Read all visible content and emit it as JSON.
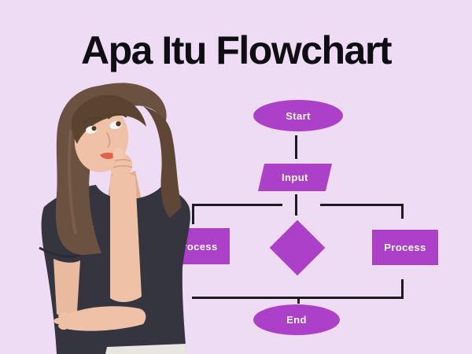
{
  "title": "Apa Itu Flowchart",
  "flowchart": {
    "nodes": {
      "start": {
        "label": "Start",
        "shape": "oval"
      },
      "input": {
        "label": "Input",
        "shape": "parallelogram"
      },
      "decision": {
        "label": "",
        "shape": "diamond"
      },
      "process_left": {
        "label": "Process",
        "shape": "rectangle"
      },
      "process_right": {
        "label": "Process",
        "shape": "rectangle"
      },
      "end": {
        "label": "End",
        "shape": "oval"
      }
    }
  },
  "illustration": {
    "alt": "Woman in dark t-shirt thinking with hand on chin, looking up toward the title"
  },
  "colors": {
    "background": "#EDDCF4",
    "node_fill": "#AC40C9",
    "node_text": "#FFFFFF",
    "connector": "#1D1A20",
    "title_text": "#0F0E13"
  }
}
